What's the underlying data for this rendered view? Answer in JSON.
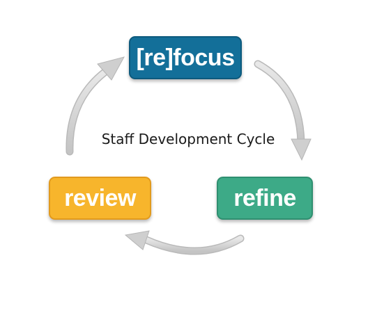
{
  "diagram": {
    "center_label": "Staff Development Cycle",
    "nodes": [
      {
        "label": "[re]focus",
        "color": "#136f99"
      },
      {
        "label": "refine",
        "color": "#3daa87"
      },
      {
        "label": "review",
        "color": "#f7b52c"
      }
    ],
    "arrow_color": "#d6d6d6",
    "arrow_edge_color": "#b8b8b8"
  }
}
